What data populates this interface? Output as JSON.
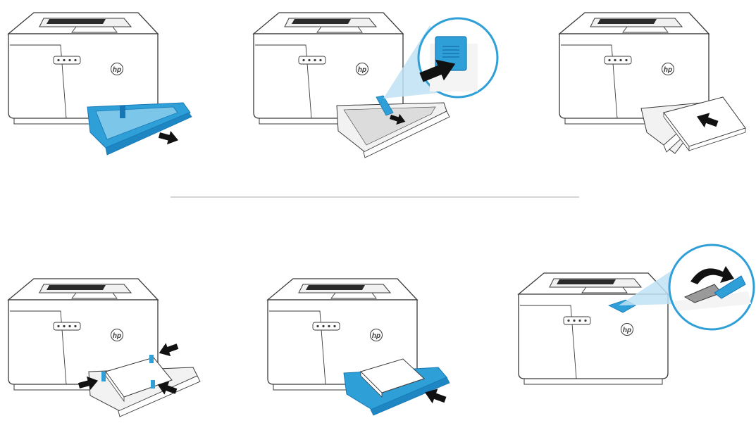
{
  "brand": {
    "logo_text": "hp"
  },
  "colors": {
    "accent": "#2f9fd8",
    "accent_dark": "#1777b5",
    "callout": "#bfe2f4",
    "outline": "#3a3a3a",
    "arrow": "#111111",
    "divider": "#c8c8c8"
  },
  "steps": [
    {
      "id": "pull-out-tray",
      "action": "open-tray",
      "arrow": "pull-out"
    },
    {
      "id": "slide-tray-guide",
      "action": "press-latch-and-slide",
      "arrow": "slide-right",
      "callout": "latch-button"
    },
    {
      "id": "insert-paper",
      "action": "load-paper-stack",
      "arrow": "push-in"
    },
    {
      "id": "adjust-guides",
      "action": "slide-paper-guides",
      "arrow": "inward"
    },
    {
      "id": "close-tray",
      "action": "push-tray-closed",
      "arrow": "push-in"
    },
    {
      "id": "raise-output-stop",
      "action": "flip-up-output-tray-extension",
      "arrow": "flip-up",
      "callout": "output-flap"
    }
  ]
}
